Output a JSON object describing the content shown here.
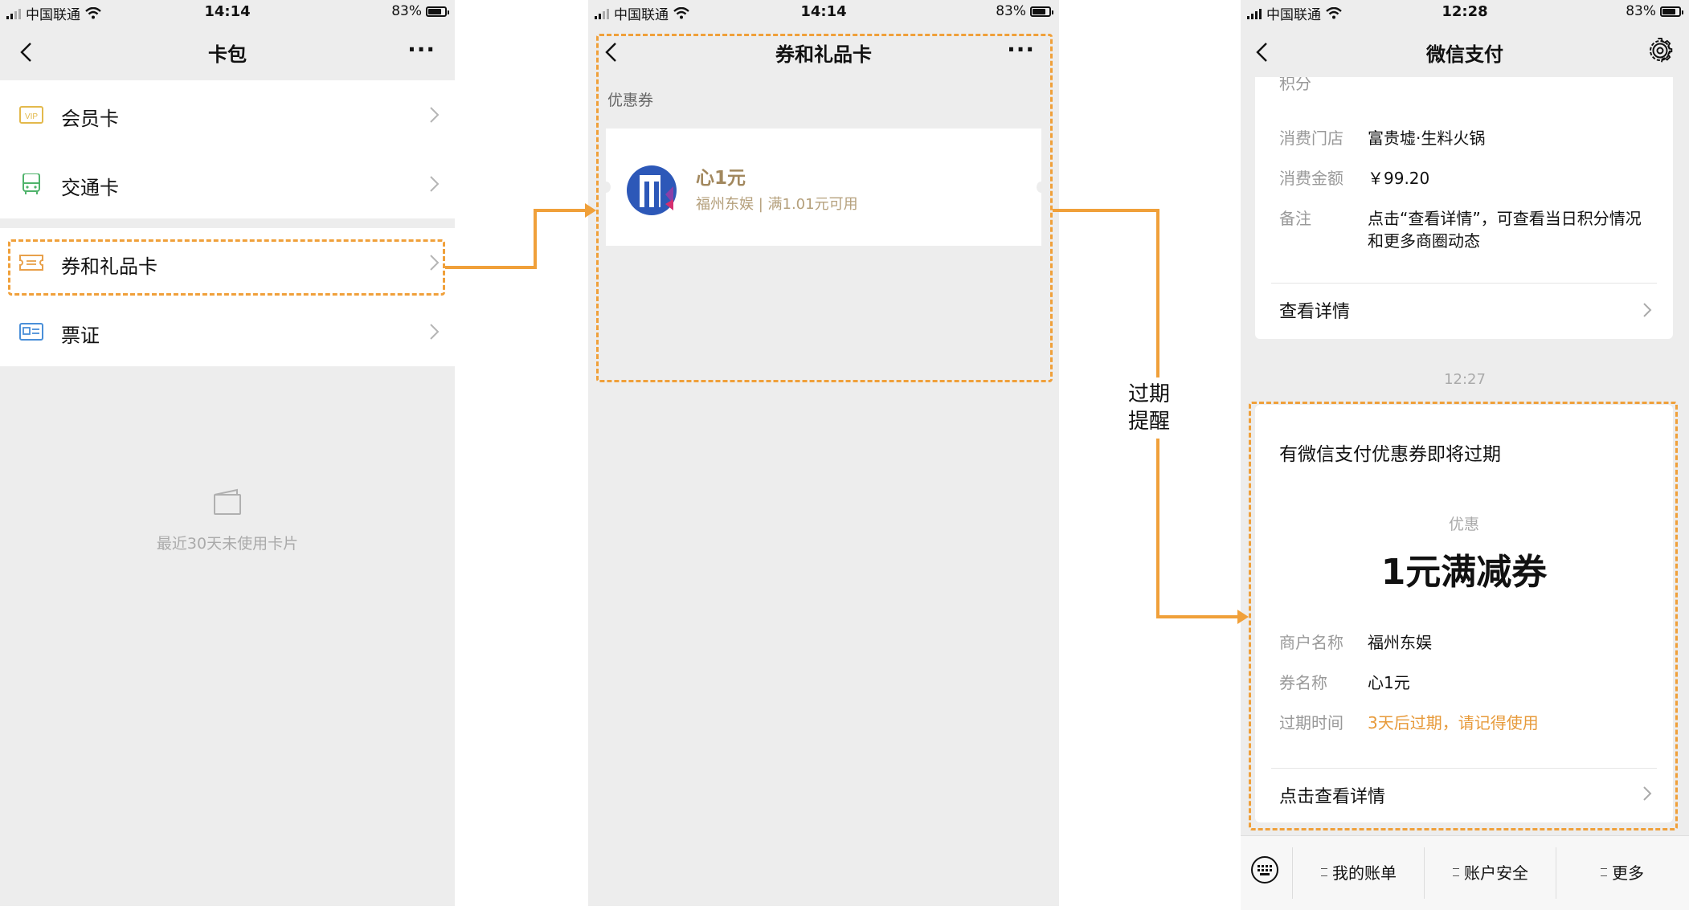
{
  "colors": {
    "accent_dash": "#f0a03a",
    "page_bg": "#ededed",
    "coupon_gold": "#a2885e",
    "warning_orange": "#e79a3a"
  },
  "screen1": {
    "status": {
      "carrier": "中国联通",
      "time": "14:14",
      "battery": "83%"
    },
    "nav_title": "卡包",
    "items": [
      {
        "label": "会员卡",
        "icon": "vip-icon"
      },
      {
        "label": "交通卡",
        "icon": "bus-icon"
      },
      {
        "label": "券和礼品卡",
        "icon": "ticket-icon"
      },
      {
        "label": "票证",
        "icon": "id-card-icon"
      }
    ],
    "empty_text": "最近30天未使用卡片"
  },
  "screen2": {
    "status": {
      "carrier": "中国联通",
      "time": "14:14",
      "battery": "83%"
    },
    "nav_title": "券和礼品卡",
    "section_label": "优惠券",
    "coupon": {
      "title": "心1元",
      "subtitle": "福州东娱 | 满1.01元可用"
    }
  },
  "annotation": {
    "line1": "过期",
    "line2": "提醒"
  },
  "screen3": {
    "status": {
      "carrier": "中国联通",
      "time": "12:28",
      "battery": "83%"
    },
    "nav_title": "微信支付",
    "top_card": {
      "cut_label": "积分",
      "rows": [
        {
          "key": "消费门店",
          "value": "富贵墟·生料火锅"
        },
        {
          "key": "消费金额",
          "value": "￥99.20"
        },
        {
          "key": "备注",
          "value": "点击“查看详情”，可查看当日积分情况",
          "value2": "和更多商圈动态"
        }
      ],
      "link": "查看详情"
    },
    "timestamp": "12:27",
    "notice_card": {
      "title": "有微信支付优惠券即将过期",
      "small_label": "优惠",
      "big_title": "1元满减券",
      "rows": [
        {
          "key": "商户名称",
          "value": "福州东娱"
        },
        {
          "key": "券名称",
          "value": "心1元"
        },
        {
          "key": "过期时间",
          "value": "3天后过期，请记得使用"
        }
      ],
      "link": "点击查看详情"
    },
    "bottom_tabs": [
      "我的账单",
      "账户安全",
      "更多"
    ]
  }
}
